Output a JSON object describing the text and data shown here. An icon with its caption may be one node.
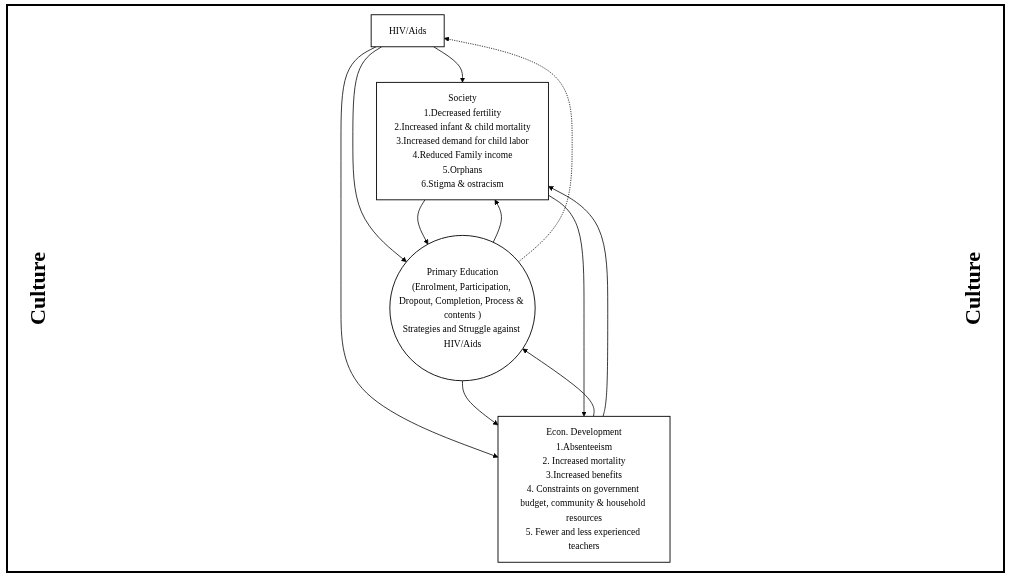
{
  "diagram": {
    "nodes": [
      {
        "text": [
          "HIV/Aids"
        ]
      },
      {
        "text": [
          "Society",
          "1.Decreased fertility",
          "2.Increased infant & child mortality",
          "3.Increased demand for child labor",
          "4.Reduced Family income",
          "5.Orphans",
          "6.Stigma & ostracism"
        ]
      },
      {
        "text": [
          "Primary Education",
          "(Enrolment, Participation, Dropout, Completion, Process & contents )",
          "Strategies and Struggle against HIV/Aids"
        ]
      },
      {
        "text": [
          "Econ. Development",
          "1.Absenteeism",
          "2. Increased mortality",
          "3.Increased benefits",
          "4. Constraints on government budget, community & household resources",
          "5. Fewer and less experienced teachers"
        ]
      }
    ],
    "edges": [
      {
        "from": 0,
        "to": 1,
        "arrow": "to"
      },
      {
        "from": 0,
        "to": 2,
        "arrow": "to"
      },
      {
        "from": 0,
        "to": 3,
        "arrow": "to"
      },
      {
        "from": 1,
        "to": 2,
        "arrow": "to"
      },
      {
        "from": 2,
        "to": 3,
        "arrow": "to"
      },
      {
        "from": 2,
        "to": 1,
        "arrow": "to"
      },
      {
        "from": 3,
        "to": 2,
        "arrow": "to"
      },
      {
        "from": 2,
        "to": 0,
        "arrow": "to",
        "style": "dashed"
      },
      {
        "from": 3,
        "to": 1,
        "arrow": "to"
      },
      {
        "from": 1,
        "to": 3,
        "arrow": "to"
      }
    ],
    "labels": [
      "Culture",
      "Culture"
    ]
  }
}
